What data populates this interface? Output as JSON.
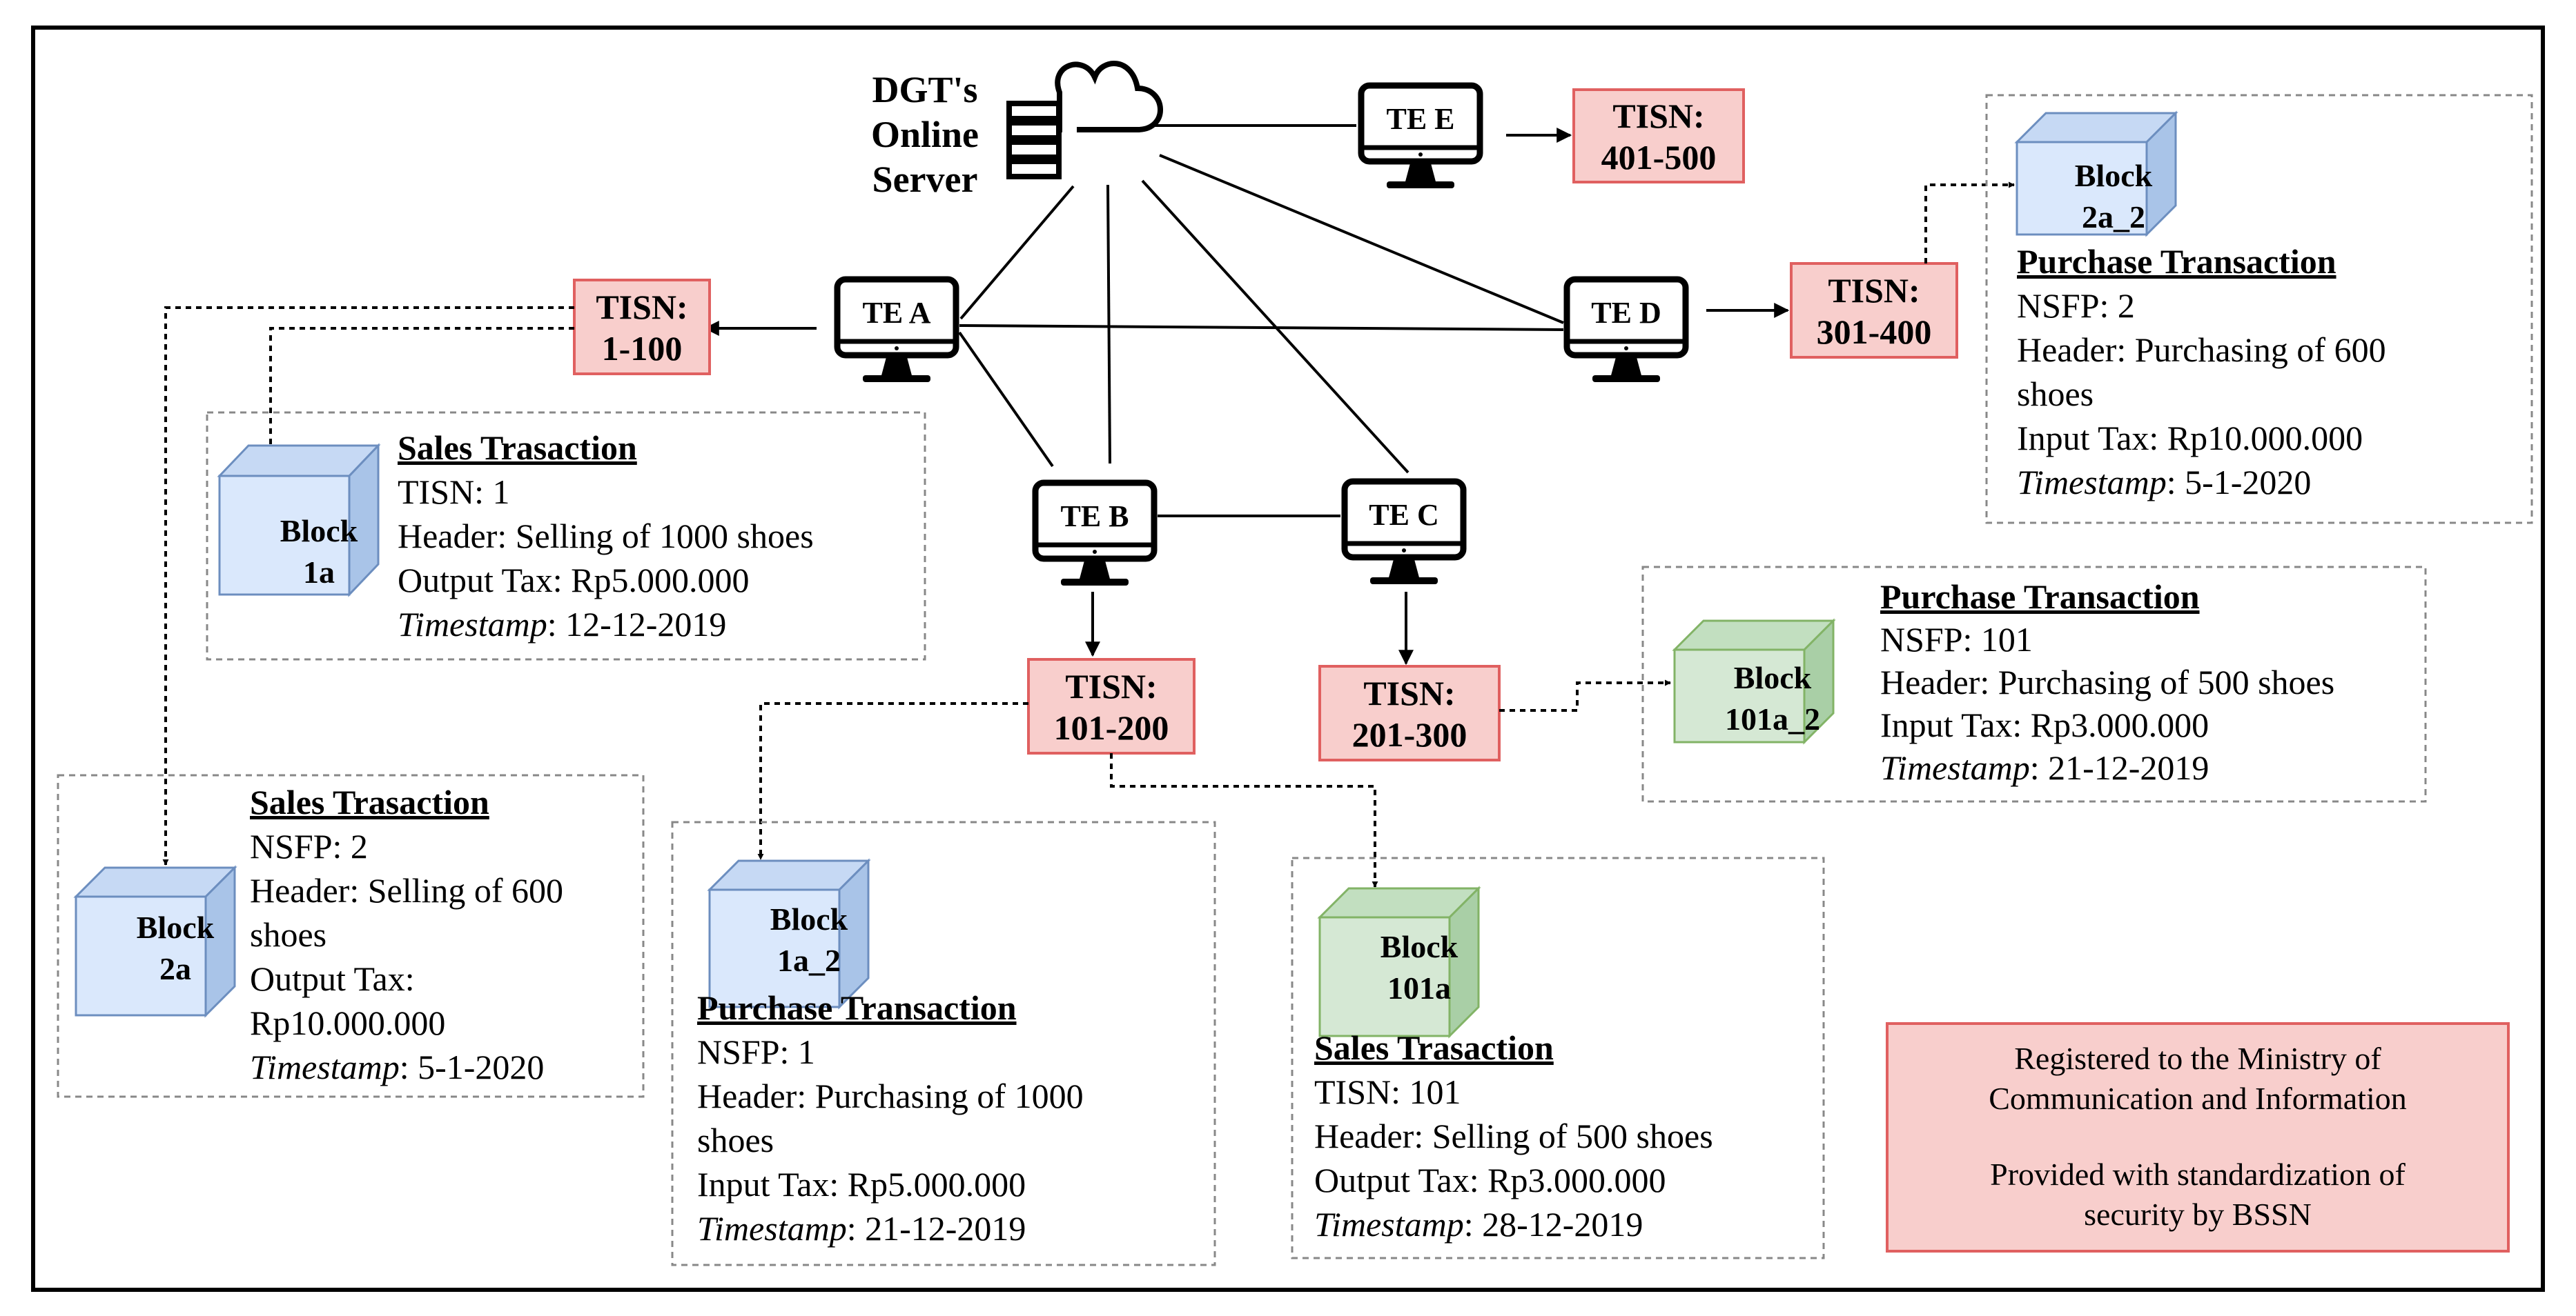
{
  "server": {
    "lines": [
      "DGT's",
      "Online",
      "Server"
    ],
    "icon": "cloud-server-icon"
  },
  "terminals": {
    "te_a": "TE A",
    "te_b": "TE B",
    "te_c": "TE C",
    "te_d": "TE D",
    "te_e": "TE E"
  },
  "tisn": {
    "a": [
      "TISN:",
      "1-100"
    ],
    "b": [
      "TISN:",
      "101-200"
    ],
    "c": [
      "TISN:",
      "201-300"
    ],
    "d": [
      "TISN:",
      "301-400"
    ],
    "e": [
      "TISN:",
      "401-500"
    ]
  },
  "panels": {
    "block1a": {
      "block": [
        "Block",
        "1a"
      ],
      "title": "Sales Trasaction",
      "lines": [
        "TISN: 1",
        "Header: Selling of 1000 shoes",
        "Output Tax: Rp5.000.000"
      ],
      "timestamp_label": "Timestamp",
      "timestamp_value": ": 12-12-2019"
    },
    "block2a": {
      "block": [
        "Block",
        "2a"
      ],
      "title": "Sales Trasaction",
      "lines": [
        "NSFP: 2",
        "Header: Selling of 600",
        "shoes",
        "Output Tax:",
        "Rp10.000.000"
      ],
      "timestamp_label": "Timestamp",
      "timestamp_value": ": 5-1-2020"
    },
    "block1a_2": {
      "block": [
        "Block",
        "1a_2"
      ],
      "title": "Purchase Transaction",
      "lines": [
        "NSFP: 1",
        "Header: Purchasing of 1000",
        "shoes",
        "Input Tax: Rp5.000.000"
      ],
      "timestamp_label": "Timestamp",
      "timestamp_value": ": 21-12-2019"
    },
    "block101a": {
      "block": [
        "Block",
        "101a"
      ],
      "title": "Sales Trasaction",
      "lines": [
        "TISN: 101",
        "Header: Selling of 500 shoes",
        "Output Tax: Rp3.000.000"
      ],
      "timestamp_label": "Timestamp",
      "timestamp_value": ": 28-12-2019"
    },
    "block101a_2": {
      "block": [
        "Block",
        "101a_2"
      ],
      "title": "Purchase Transaction",
      "lines": [
        "NSFP: 101",
        "Header: Purchasing of 500 shoes",
        "Input Tax: Rp3.000.000"
      ],
      "timestamp_label": "Timestamp",
      "timestamp_value": ": 21-12-2019"
    },
    "block2a_2": {
      "block": [
        "Block",
        "2a_2"
      ],
      "title": "Purchase Transaction",
      "lines": [
        "NSFP: 2",
        "Header: Purchasing of 600",
        "shoes",
        "Input Tax: Rp10.000.000"
      ],
      "timestamp_label": "Timestamp",
      "timestamp_value": ": 5-1-2020"
    }
  },
  "registration": {
    "lines": [
      "Registered to the Ministry of",
      "Communication and Information",
      "",
      "Provided with standardization  of",
      "security by BSSN"
    ]
  },
  "colors": {
    "tisn_fill": "#f8cecc",
    "tisn_stroke": "#e06060",
    "block_blue_front": "#dae8fc",
    "block_blue_top": "#c6d9f4",
    "block_blue_side": "#a9c4e8",
    "block_blue_stroke": "#6c8ebf",
    "block_green_front": "#d5e8d4",
    "block_green_top": "#c2dfc0",
    "block_green_side": "#a9cfa6",
    "block_green_stroke": "#82b366"
  }
}
